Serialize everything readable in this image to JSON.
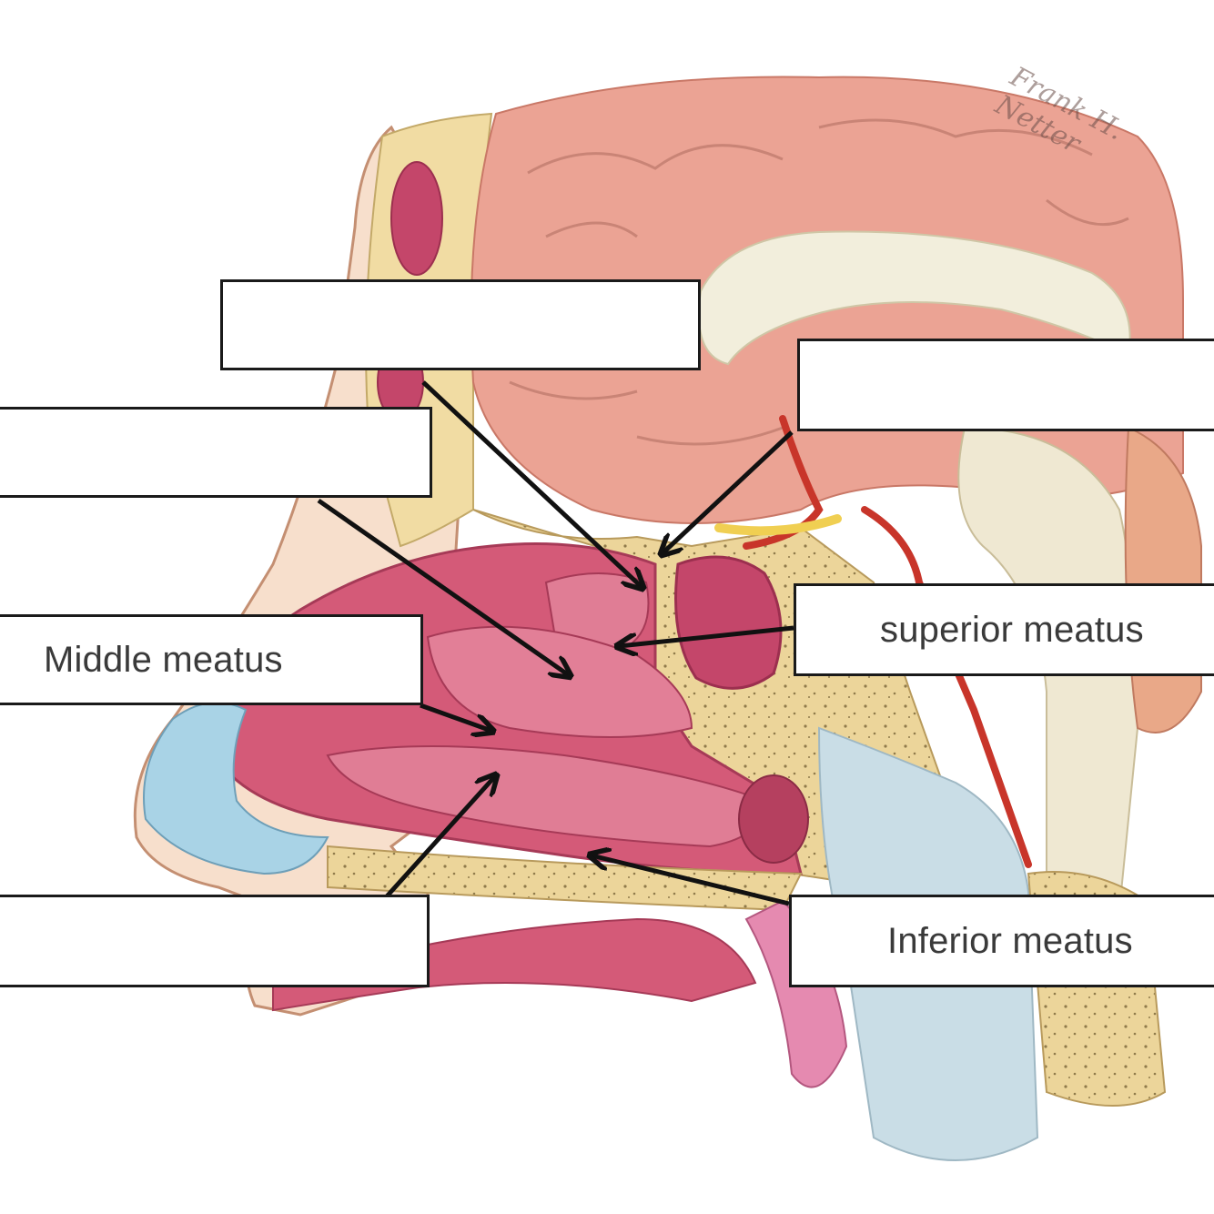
{
  "labels": {
    "top_center": "",
    "top_right": "",
    "left_upper": "",
    "middle": "Middle meatus",
    "superior": "superior meatus",
    "bottom_left": "",
    "inferior": "Inferior meatus"
  },
  "signature": "Frank H. Netter",
  "colors": {
    "mucosa": "#cf5874",
    "mucosa_light": "#e68da0",
    "brain": "#eba394",
    "bone": "#f2dfa6",
    "cartilage": "#a9d3e6",
    "artery": "#c8352a",
    "white_matter": "#f2eee0",
    "skin": "#f6d7c0"
  }
}
